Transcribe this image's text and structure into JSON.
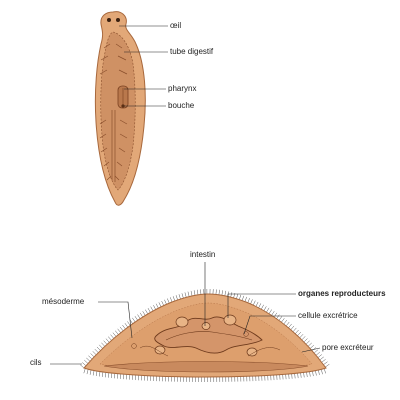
{
  "labels": {
    "oeil": "œil",
    "tube_digestif": "tube digestif",
    "pharynx": "pharynx",
    "bouche": "bouche",
    "intestin": "intestin",
    "organes_reproducteurs": "organes reproducteurs",
    "cellule_excretrice": "cellule excrétrice",
    "pore_excreteur": "pore excréteur",
    "mesoderme": "mésoderme",
    "cils": "cils"
  },
  "colors": {
    "body_fill": "#e2a878",
    "body_outline": "#a8683c",
    "gut_fill": "#c98a5e",
    "gut_line": "#8a4f2c",
    "leader_line": "#222222",
    "cilia": "#555555"
  }
}
